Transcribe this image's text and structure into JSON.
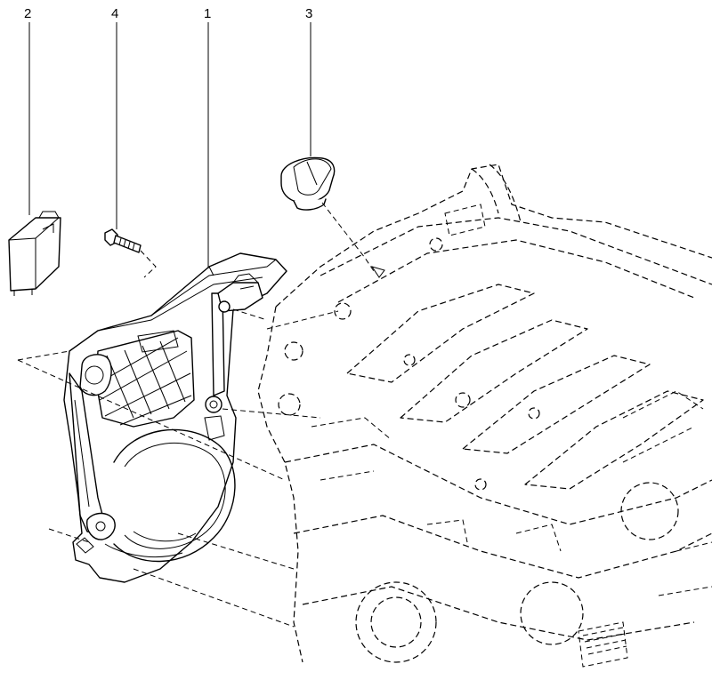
{
  "diagram": {
    "callouts": [
      {
        "id": "callout-2",
        "label": "2"
      },
      {
        "id": "callout-4",
        "label": "4"
      },
      {
        "id": "callout-1",
        "label": "1"
      },
      {
        "id": "callout-3",
        "label": "3"
      }
    ]
  }
}
